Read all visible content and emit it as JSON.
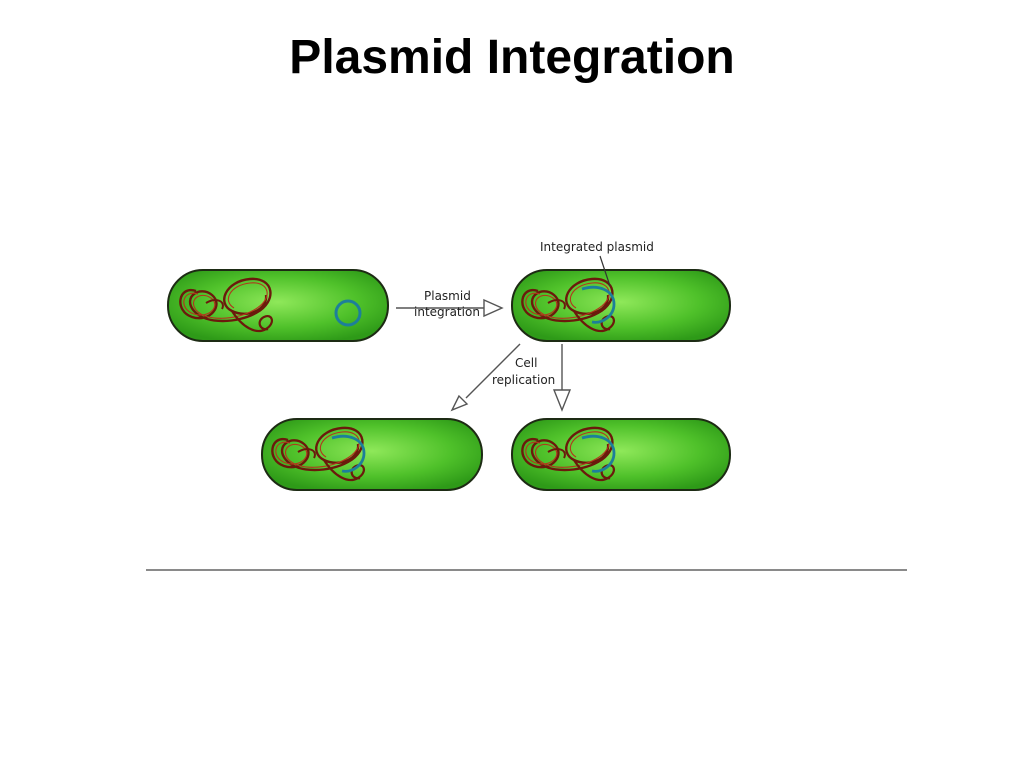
{
  "slide": {
    "title": "Plasmid Integration"
  },
  "diagram": {
    "labels": {
      "plasmid_integration_line1": "Plasmid",
      "plasmid_integration_line2": "integration",
      "integrated_plasmid": "Integrated plasmid",
      "cell_replication_line1": "Cell",
      "cell_replication_line2": "replication"
    },
    "colors": {
      "cell_fill": "#52c22c",
      "cell_outline": "#1d2b14",
      "chromosome": "#6b1a0c",
      "plasmid": "#1d7f9a",
      "arrow": "#555555",
      "divider": "#8a8a8a"
    }
  }
}
